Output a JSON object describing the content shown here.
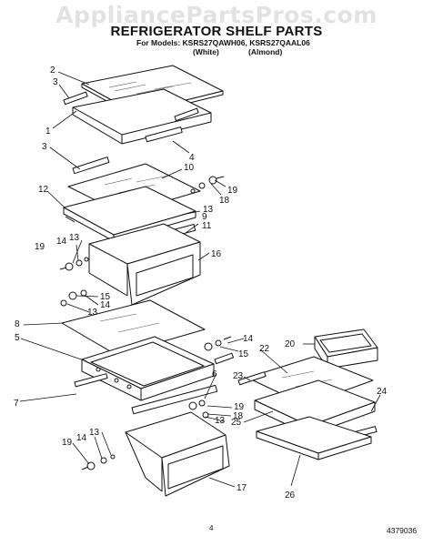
{
  "watermark": "AppliancePartsPros.com",
  "title": "REFRIGERATOR SHELF PARTS",
  "models_line": "For Models: KSRS27QAWH06, KSRS27QAAL06",
  "variant_white": "(White)",
  "variant_almond": "(Almond)",
  "page_number": "4",
  "document_number": "4379036",
  "callouts": {
    "c2": "2",
    "c3a": "3",
    "c1": "1",
    "c4": "4",
    "c3b": "3",
    "c10": "10",
    "c19a": "19",
    "c18a": "18",
    "c12": "12",
    "c13a": "13",
    "c9": "9",
    "c11": "11",
    "c19b": "19",
    "c14a": "14",
    "c13b": "13",
    "c16": "16",
    "c15a": "15",
    "c14b": "14",
    "c13c": "13",
    "c8": "8",
    "c5": "5",
    "c7": "7",
    "c6": "6",
    "c14c": "14",
    "c15b": "15",
    "c22": "22",
    "c20": "20",
    "c23": "23",
    "c19c": "19",
    "c18b": "18",
    "c13d": "13",
    "c24": "24",
    "c25": "25",
    "c13e": "13",
    "c14d": "14",
    "c19d": "19",
    "c17": "17",
    "c26": "26"
  }
}
